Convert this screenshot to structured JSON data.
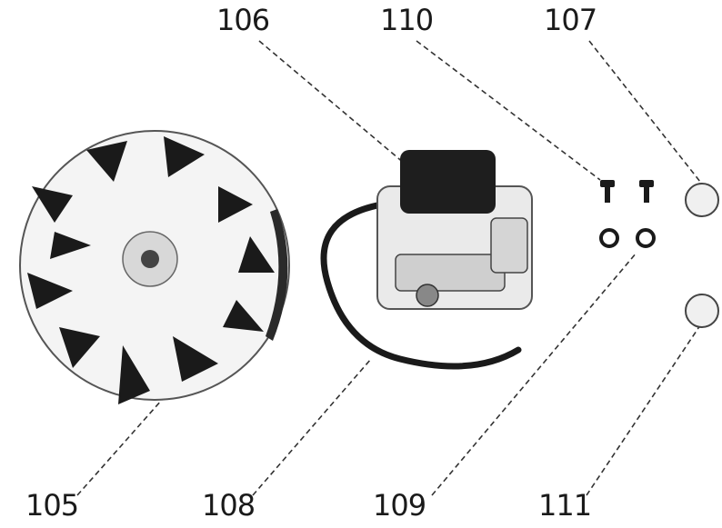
{
  "labels": {
    "l106": "106",
    "l110": "110",
    "l107": "107",
    "l105": "105",
    "l108": "108",
    "l109": "109",
    "l111": "111"
  }
}
